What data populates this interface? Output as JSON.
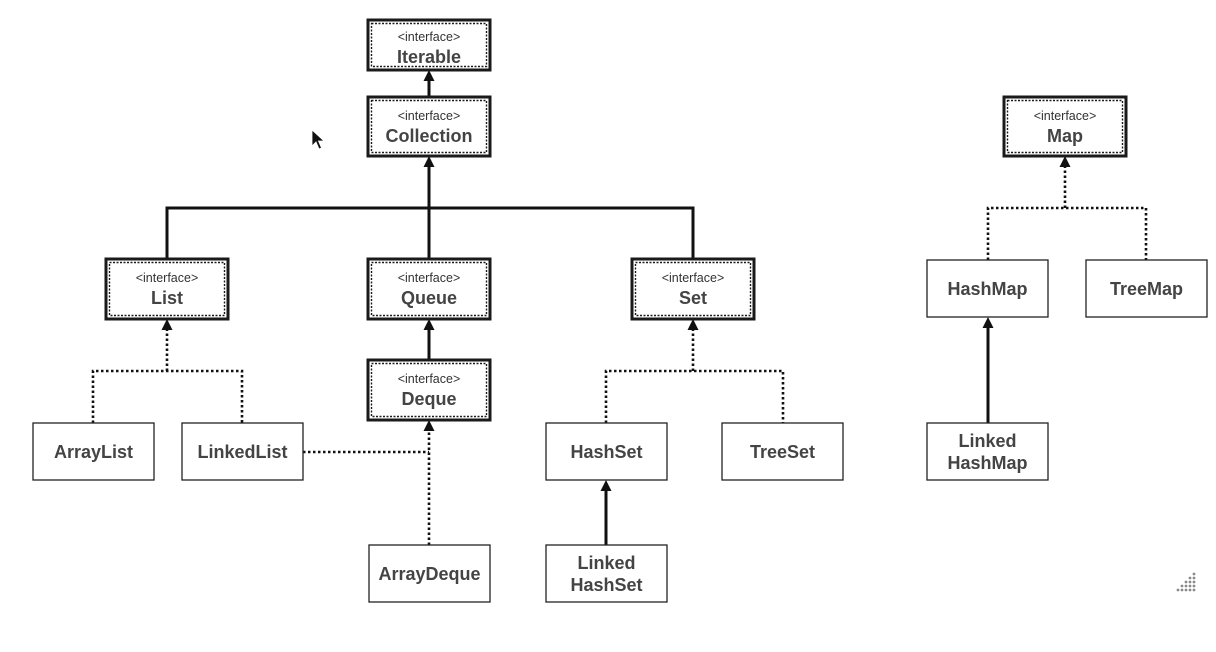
{
  "diagram": {
    "stereotype": "<interface>",
    "nodes": {
      "iterable": {
        "title": "Iterable",
        "interface": true
      },
      "collection": {
        "title": "Collection",
        "interface": true
      },
      "list": {
        "title": "List",
        "interface": true
      },
      "queue": {
        "title": "Queue",
        "interface": true
      },
      "set": {
        "title": "Set",
        "interface": true
      },
      "deque": {
        "title": "Deque",
        "interface": true
      },
      "arraylist": {
        "title": "ArrayList",
        "interface": false
      },
      "linkedlist": {
        "title": "LinkedList",
        "interface": false
      },
      "arraydeque": {
        "title": "ArrayDeque",
        "interface": false
      },
      "hashset": {
        "title": "HashSet",
        "interface": false
      },
      "treeset": {
        "title": "TreeSet",
        "interface": false
      },
      "linkedhashset": {
        "title": "Linked\nHashSet",
        "interface": false
      },
      "map": {
        "title": "Map",
        "interface": true
      },
      "hashmap": {
        "title": "HashMap",
        "interface": false
      },
      "treemap": {
        "title": "TreeMap",
        "interface": false
      },
      "linkedhashmap": {
        "title": "Linked\nHashMap",
        "interface": false
      }
    },
    "edges": [
      {
        "from": "collection",
        "to": "iterable",
        "style": "solid"
      },
      {
        "from": "list",
        "to": "collection",
        "style": "solid"
      },
      {
        "from": "queue",
        "to": "collection",
        "style": "solid"
      },
      {
        "from": "set",
        "to": "collection",
        "style": "solid"
      },
      {
        "from": "deque",
        "to": "queue",
        "style": "solid"
      },
      {
        "from": "arraylist",
        "to": "list",
        "style": "dotted"
      },
      {
        "from": "linkedlist",
        "to": "list",
        "style": "dotted"
      },
      {
        "from": "linkedlist",
        "to": "deque",
        "style": "dotted"
      },
      {
        "from": "arraydeque",
        "to": "deque",
        "style": "dotted"
      },
      {
        "from": "hashset",
        "to": "set",
        "style": "dotted"
      },
      {
        "from": "treeset",
        "to": "set",
        "style": "dotted"
      },
      {
        "from": "linkedhashset",
        "to": "hashset",
        "style": "solid"
      },
      {
        "from": "hashmap",
        "to": "map",
        "style": "dotted"
      },
      {
        "from": "treemap",
        "to": "map",
        "style": "dotted"
      },
      {
        "from": "linkedhashmap",
        "to": "hashmap",
        "style": "solid"
      }
    ]
  },
  "icons": {
    "cursor": "mouse-pointer-icon",
    "resize": "resize-grip-icon"
  }
}
